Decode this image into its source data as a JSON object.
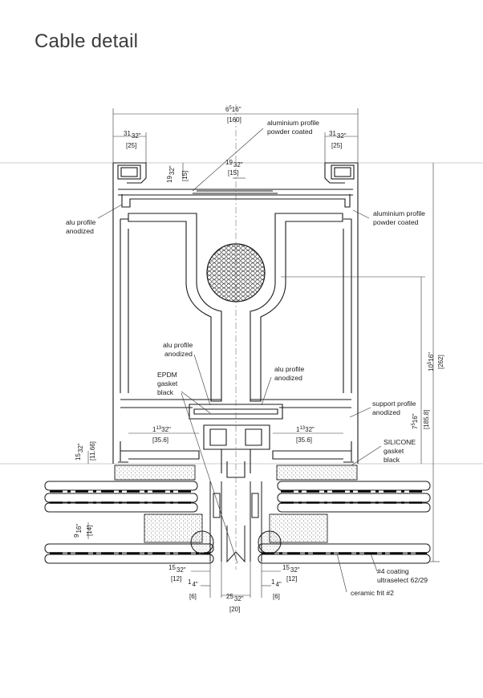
{
  "title": "Cable detail",
  "callouts": {
    "top_profile": [
      "aluminium profile",
      "powder coated"
    ],
    "right_profile": [
      "aluminium profile",
      "powder coated"
    ],
    "left_profile": [
      "alu profile",
      "anodized"
    ],
    "inner_left": [
      "alu profile",
      "anodized"
    ],
    "inner_right": [
      "alu profile",
      "anodized"
    ],
    "epdm": [
      "EPDM",
      "gasket",
      "black"
    ],
    "support": [
      "support profile",
      "anodized"
    ],
    "silicone": [
      "SILICONE",
      "gasket",
      "black"
    ],
    "coating": [
      "#4 coating",
      "ultraselect 62/29"
    ],
    "frit": [
      "ceramic frit #2"
    ]
  },
  "dimensions": {
    "overall_width": {
      "whole": "6",
      "num": "5",
      "den": "16\"",
      "mm": "[160]"
    },
    "left_flange": {
      "whole": "31",
      "den": "32\"",
      "mm": "[25]"
    },
    "right_flange": {
      "whole": "31",
      "den": "32\"",
      "mm": "[25]"
    },
    "top_lip": {
      "whole": "19",
      "den": "32\"",
      "mm": "[15]"
    },
    "top_lip_small": {
      "whole": "19",
      "den": "32\"",
      "mm": "[15]"
    },
    "overall_height": {
      "whole": "10",
      "num": "5",
      "den": "16\"",
      "mm": "[262]"
    },
    "inner_height": {
      "whole": "7",
      "num": "5",
      "den": "16\"",
      "mm": "[185.8]"
    },
    "left_gap": {
      "whole": "1",
      "num": "13",
      "den": "32\"",
      "mm": "[35.6]"
    },
    "right_gap": {
      "whole": "1",
      "num": "13",
      "den": "32\"",
      "mm": "[35.6]"
    },
    "left_offset": {
      "whole": "15",
      "den": "32\"",
      "mm": "[11.66]"
    },
    "glass_spacer": {
      "whole": "9",
      "den": "16\"",
      "mm": "[14]"
    },
    "bottom_left": {
      "whole": "15",
      "den": "32\"",
      "mm": "[12]"
    },
    "bottom_right": {
      "whole": "15",
      "den": "32\"",
      "mm": "[12]"
    },
    "quarter_left": {
      "whole": "1",
      "den": "4\"",
      "mm": "[6]"
    },
    "quarter_right": {
      "whole": "1",
      "den": "4\"",
      "mm": "[6]"
    },
    "center_gap": {
      "whole": "25",
      "den": "32\"",
      "mm": "[20]"
    }
  }
}
